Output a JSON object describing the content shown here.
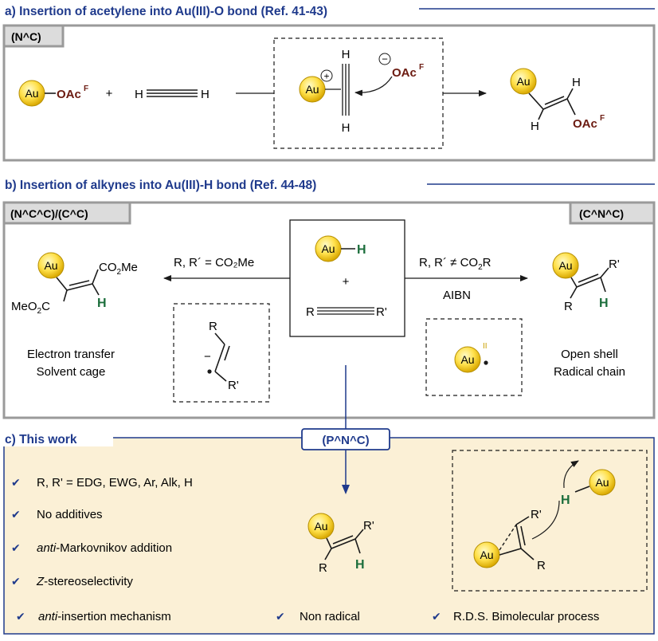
{
  "colors": {
    "navy": "#1f3a8c",
    "gray_header": "#dcdcdc",
    "gray_border": "#8c8c8c",
    "cream": "#fbf0d6",
    "gold_light": "#fff19a",
    "gold_dark": "#c9a000",
    "oac_brown": "#6b1a10",
    "green_h": "#1c6e3c"
  },
  "section_a": {
    "title": "a) Insertion of acetylene into Au(III)-O bond (Ref. 41-43)",
    "tag": "(N^C)",
    "au": "Au",
    "oac": "OAc",
    "oac_sup": "F",
    "plus": "+",
    "h_left": "H",
    "h_right": "H",
    "h_top": "H",
    "h_bottom": "H",
    "cation": "+",
    "anion": "−"
  },
  "section_b": {
    "title": "b) Insertion of alkynes into Au(III)-H bond (Ref. 44-48)",
    "tag_left": "(N^C^C)/(C^C)",
    "tag_right": "(C^N^C)",
    "center_au": "Au",
    "center_h": "H",
    "center_plus": "+",
    "center_r": "R",
    "center_r2": "R'",
    "left_condition": "R, R´ = CO₂Me",
    "left_co2me_a": "CO",
    "left_co2me_sub": "2",
    "left_co2me_b": "Me",
    "left_meo2c_a": "MeO",
    "left_meo2c_sub": "2",
    "left_meo2c_b": "C",
    "left_h": "H",
    "left_caption_1": "Electron transfer",
    "left_caption_2": "Solvent cage",
    "left_inset_r": "R",
    "left_inset_r2": "R'",
    "left_inset_minus": "−",
    "right_condition_a": "R, R´ ≠ CO",
    "right_condition_sub": "2",
    "right_condition_b": "R",
    "right_aibn": "AIBN",
    "right_r": "R",
    "right_r2": "R'",
    "right_h": "H",
    "right_caption_1": "Open shell",
    "right_caption_2": "Radical chain",
    "right_inset_ox": "II"
  },
  "section_c": {
    "title": "c) This work",
    "tag": "(P^N^C)",
    "bullets": [
      {
        "pre": "",
        "ital": "",
        "post": "R, R' = EDG, EWG, Ar, Alk, H"
      },
      {
        "pre": "",
        "ital": "",
        "post": "No additives"
      },
      {
        "pre": "",
        "ital": "anti",
        "post": "-Markovnikov addition"
      },
      {
        "pre": "",
        "ital": "Z",
        "post": "-stereoselectivity"
      }
    ],
    "bottom_1_ital": "anti",
    "bottom_1_post": "-insertion mechanism",
    "bottom_2": "Non radical",
    "bottom_3": "R.D.S. Bimolecular process",
    "check": "✔",
    "product_r": "R",
    "product_r2": "R'",
    "product_h": "H",
    "ts_r": "R",
    "ts_r2": "R'",
    "ts_h": "H"
  },
  "gold_atom_label": "Au"
}
